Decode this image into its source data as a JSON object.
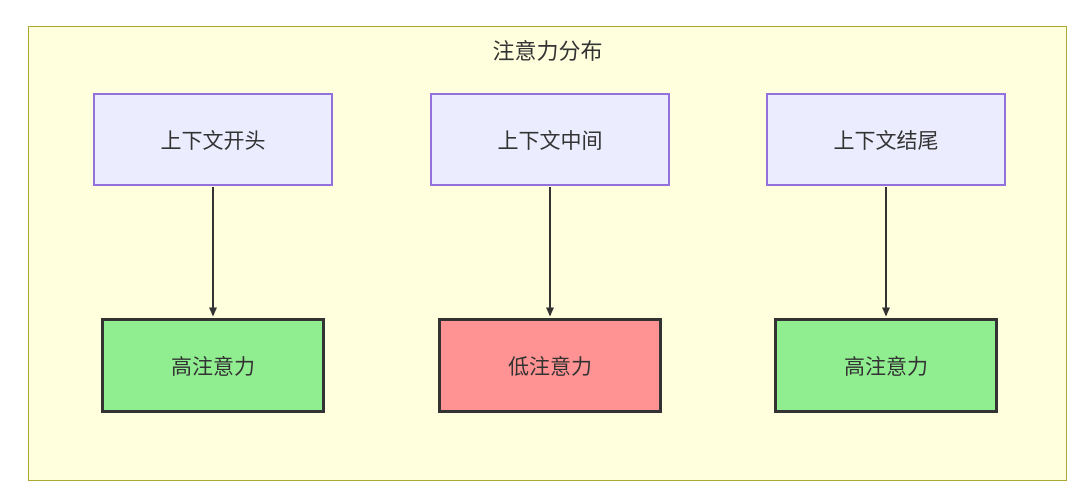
{
  "diagram": {
    "title": "注意力分布",
    "columns": [
      {
        "source": "上下文开头",
        "target": "高注意力",
        "attention_level": "high"
      },
      {
        "source": "上下文中间",
        "target": "低注意力",
        "attention_level": "low"
      },
      {
        "source": "上下文结尾",
        "target": "高注意力",
        "attention_level": "high"
      }
    ],
    "edges": [
      {
        "from": "上下文开头",
        "to": "高注意力"
      },
      {
        "from": "上下文中间",
        "to": "低注意力"
      },
      {
        "from": "上下文结尾",
        "to": "高注意力"
      }
    ],
    "colors": {
      "frame_background": "#ffffde",
      "frame_border": "#aaaa33",
      "source_background": "#ececff",
      "source_border": "#9370db",
      "high_attention_fill": "#90ee90",
      "low_attention_fill": "#ff9393",
      "target_border": "#333333",
      "arrow": "#333333",
      "text": "#333333"
    }
  }
}
